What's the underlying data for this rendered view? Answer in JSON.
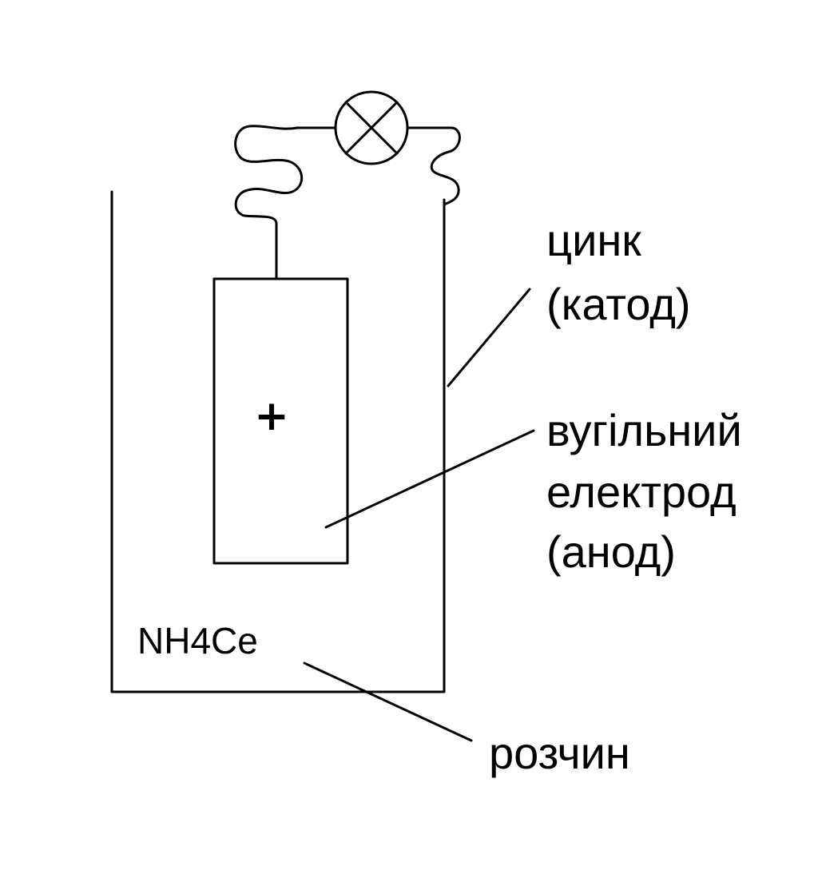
{
  "labels": {
    "zinc_line1": "цинк",
    "zinc_line2": "(катод)",
    "carbon_line1": "вугільний",
    "carbon_line2": "електрод",
    "carbon_line3": "(анод)",
    "solution": "розчин",
    "solution_formula": "NH4Ce",
    "electrode_sign": "+"
  },
  "colors": {
    "ink": "#000000",
    "background": "#ffffff"
  },
  "icons": {
    "lamp": "lamp-icon"
  }
}
